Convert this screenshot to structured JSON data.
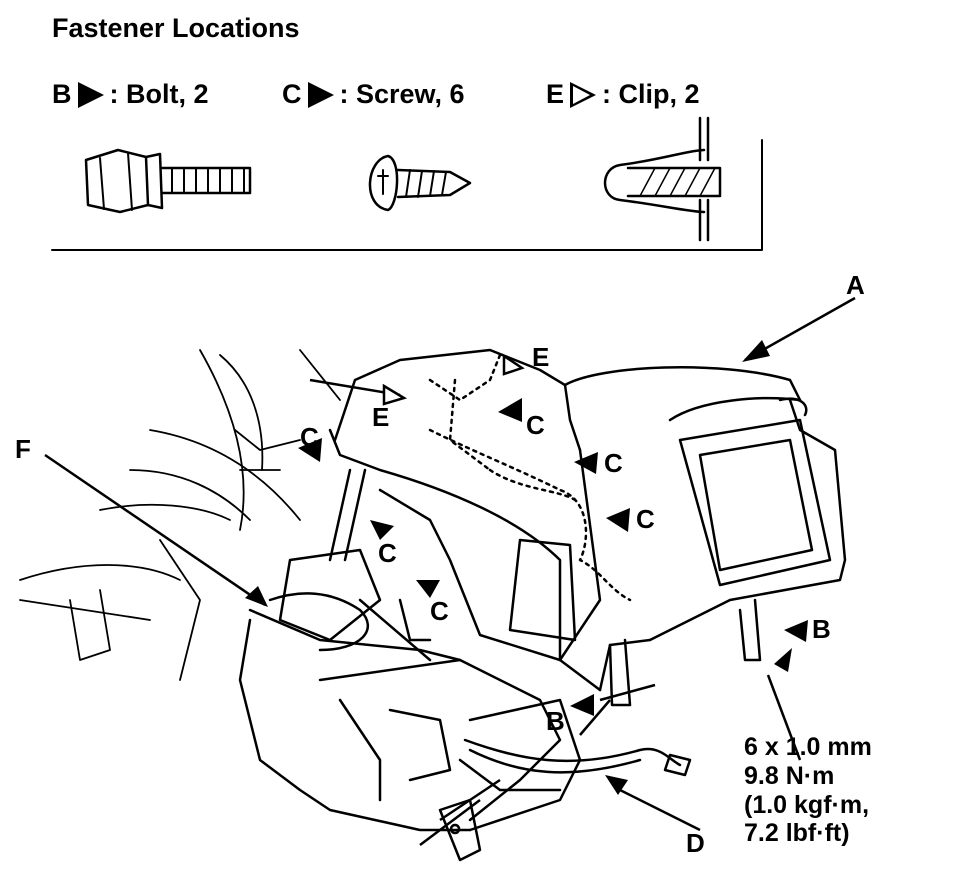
{
  "title": "Fastener Locations",
  "legend": {
    "b": {
      "letter": "B",
      "text": ": Bolt, 2"
    },
    "c": {
      "letter": "C",
      "text": ": Screw, 6"
    },
    "e": {
      "letter": "E",
      "text": ": Clip, 2"
    }
  },
  "callouts": {
    "a": "A",
    "b1": "B",
    "b2": "B",
    "c1": "C",
    "c2": "C",
    "c3": "C",
    "c4": "C",
    "c5": "C",
    "c6": "C",
    "d": "D",
    "e1": "E",
    "e2": "E",
    "f": "F"
  },
  "torque_spec": {
    "size": "6 x 1.0 mm",
    "torque_nm": "9.8 N·m",
    "torque_kgf": "(1.0 kgf·m,",
    "torque_lbf": "7.2 lbf·ft)"
  }
}
